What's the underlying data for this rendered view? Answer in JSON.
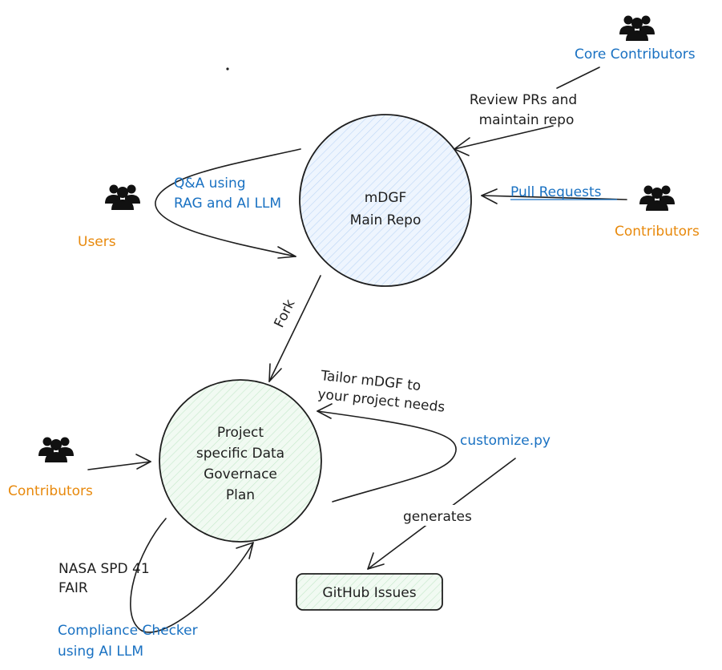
{
  "nodes": {
    "main_repo": {
      "line1": "mDGF",
      "line2": "Main Repo"
    },
    "project_plan": {
      "line1": "Project",
      "line2": "specific Data",
      "line3": "Governace",
      "line4": "Plan"
    },
    "github_issues": {
      "label": "GitHub Issues"
    }
  },
  "actors": {
    "core_contributors": {
      "label": "Core Contributors",
      "icon": "people-icon"
    },
    "contributors_right": {
      "label": "Contributors",
      "icon": "people-icon"
    },
    "users": {
      "label": "Users",
      "icon": "people-icon"
    },
    "contributors_left": {
      "label": "Contributors",
      "icon": "people-icon"
    }
  },
  "edges": {
    "review": {
      "line1": "Review PRs and",
      "line2": "maintain repo"
    },
    "pull_requests": {
      "label": "Pull Requests"
    },
    "qa": {
      "line1": "Q&A using",
      "line2": "RAG and AI LLM"
    },
    "fork": {
      "label": "Fork"
    },
    "tailor": {
      "line1": "Tailor mDGF to",
      "line2": "your project needs"
    },
    "customize": {
      "label": "customize.py"
    },
    "generates": {
      "label": "generates"
    },
    "compliance": {
      "line1": "NASA SPD 41",
      "line2": "FAIR",
      "line3": "Compliance Checker",
      "line4": "using AI LLM"
    }
  },
  "colors": {
    "blue_text": "#1971c2",
    "orange_text": "#e8890c",
    "main_fill": "#dbeafe",
    "plan_fill": "#e6f6e8",
    "issues_fill": "#e6f6e8",
    "stroke": "#1e1e1e"
  }
}
